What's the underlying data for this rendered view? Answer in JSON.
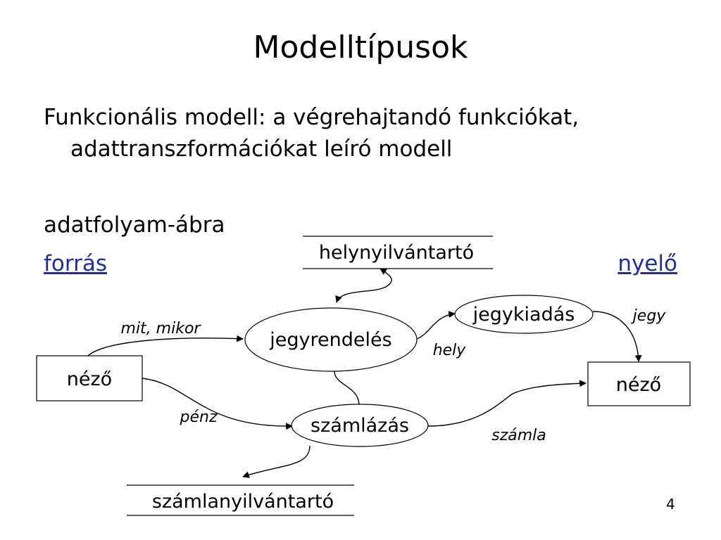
{
  "slide": {
    "title": "Modelltípusok",
    "bullets": [
      "Funkcionális modell: a végrehajtandó funkciókat, adattranszformációkat leíró modell",
      "adatfolyam-ábra",
      "forrás"
    ],
    "sink_label": "nyelő",
    "page_number": "4"
  },
  "diagram": {
    "sources": [
      "néző",
      "néző"
    ],
    "processes": [
      "jegyrendelés",
      "jegykiadás",
      "számlázás"
    ],
    "stores": [
      "helynyilvántartó",
      "számlanyilvántartó"
    ],
    "flows": [
      "mit, mikor",
      "hely",
      "jegy",
      "pénz",
      "számla"
    ]
  }
}
